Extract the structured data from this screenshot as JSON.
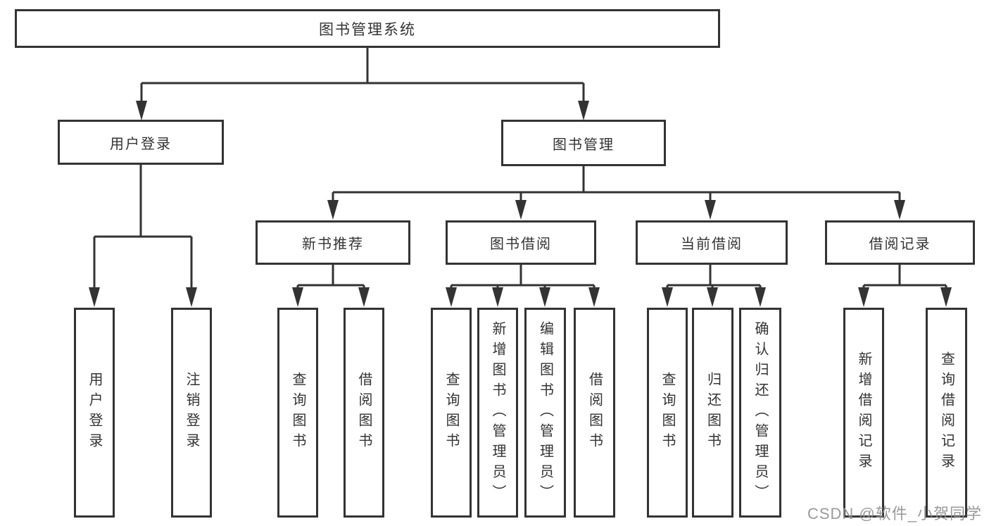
{
  "diagram": {
    "root": {
      "label": "图书管理系统"
    },
    "level2": [
      {
        "label": "用户登录"
      },
      {
        "label": "图书管理"
      }
    ],
    "level3": [
      {
        "label": "新书推荐"
      },
      {
        "label": "图书借阅"
      },
      {
        "label": "当前借阅"
      },
      {
        "label": "借阅记录"
      }
    ],
    "leaves": [
      {
        "label": "用户登录"
      },
      {
        "label": "注销登录"
      },
      {
        "label": "查询图书"
      },
      {
        "label": "借阅图书"
      },
      {
        "label": "查询图书"
      },
      {
        "label": "新增图书（管理员）"
      },
      {
        "label": "编辑图书（管理员）"
      },
      {
        "label": "借阅图书"
      },
      {
        "label": "查询图书"
      },
      {
        "label": "归还图书"
      },
      {
        "label": "确认归还（管理员）"
      },
      {
        "label": "新增借阅记录"
      },
      {
        "label": "查询借阅记录"
      }
    ],
    "watermark": "CSDN @软件_小贺同学",
    "colors": {
      "line": "#333333",
      "text": "#333333",
      "watermark": "#919191",
      "background": "#ffffff"
    }
  }
}
